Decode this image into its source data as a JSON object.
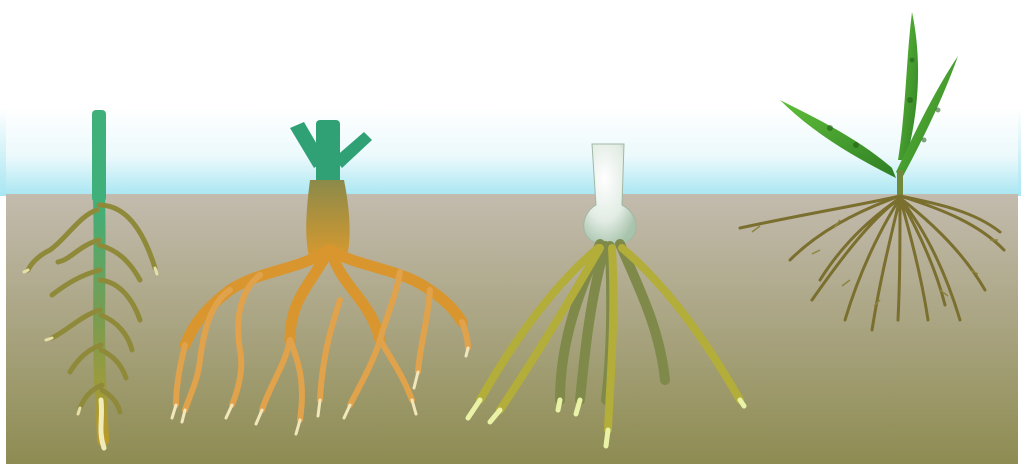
{
  "diagram": {
    "subject": "root systems",
    "panels": [
      {
        "id": "taproot",
        "icon": "taproot-plant-icon"
      },
      {
        "id": "branching",
        "icon": "branching-root-plant-icon"
      },
      {
        "id": "bulb",
        "icon": "bulb-plant-icon"
      },
      {
        "id": "fibrous",
        "icon": "fibrous-root-grass-icon"
      }
    ],
    "colors": {
      "sky_top": "#ffffff",
      "sky_horizon": "#a8e6f2",
      "soil_top": "#c3bbae",
      "soil_bottom": "#8e8c52",
      "stem_green": "#3aa86c",
      "root_olive": "#8f8a3a",
      "root_orange": "#d9962e",
      "root_tip": "#f2ebb8",
      "bulb_white": "#e8efe9",
      "leaf_green": "#3f9a2f"
    }
  }
}
